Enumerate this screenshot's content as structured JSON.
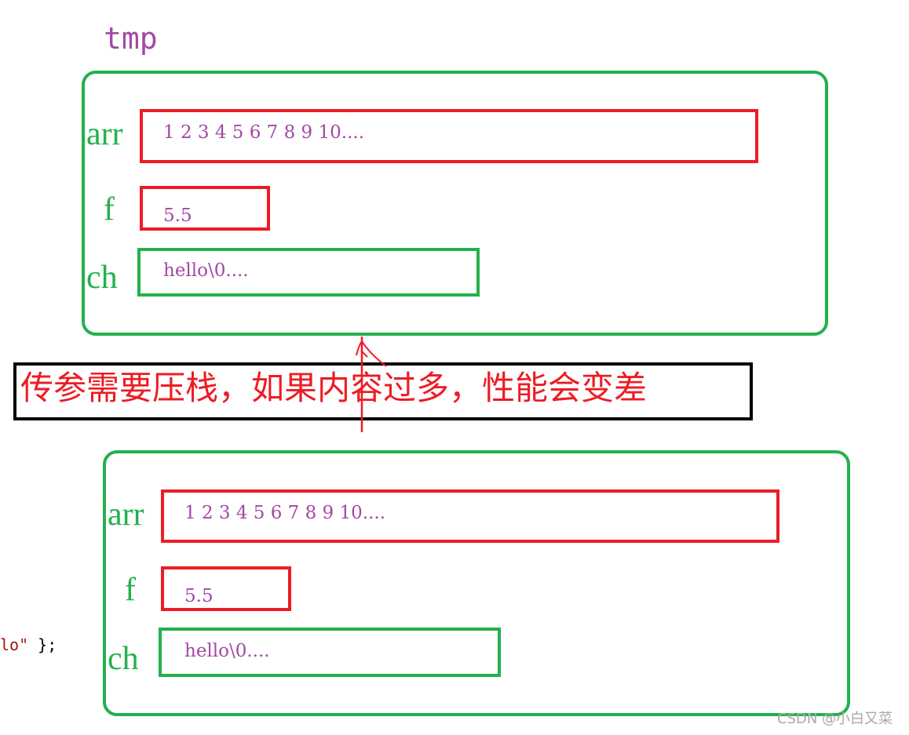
{
  "top": {
    "title": "tmp",
    "arr_label": "arr",
    "arr_value": "1 2 3 4 5 6 7 8 9 10....",
    "f_label": "f",
    "f_value": "5.5",
    "ch_label": "ch",
    "ch_value": "hello\\0...."
  },
  "note": "传参需要压栈，如果内容过多，性能会变差",
  "bottom": {
    "arr_label": "arr",
    "arr_value": "1 2 3 4 5 6 7 8 9 10....",
    "f_label": "f",
    "f_value": "5.5",
    "ch_label": "ch",
    "ch_value": "hello\\0...."
  },
  "code_fragment": {
    "string_part": "lo\"",
    "brace_part": " };"
  },
  "watermark": "CSDN @小白又菜",
  "colors": {
    "struct_border": "#22b14c",
    "array_border": "#ed1c24",
    "value_text": "#a349a4",
    "note_text": "#ed1c24",
    "note_border": "#000000",
    "arrow": "#ed1c24"
  }
}
